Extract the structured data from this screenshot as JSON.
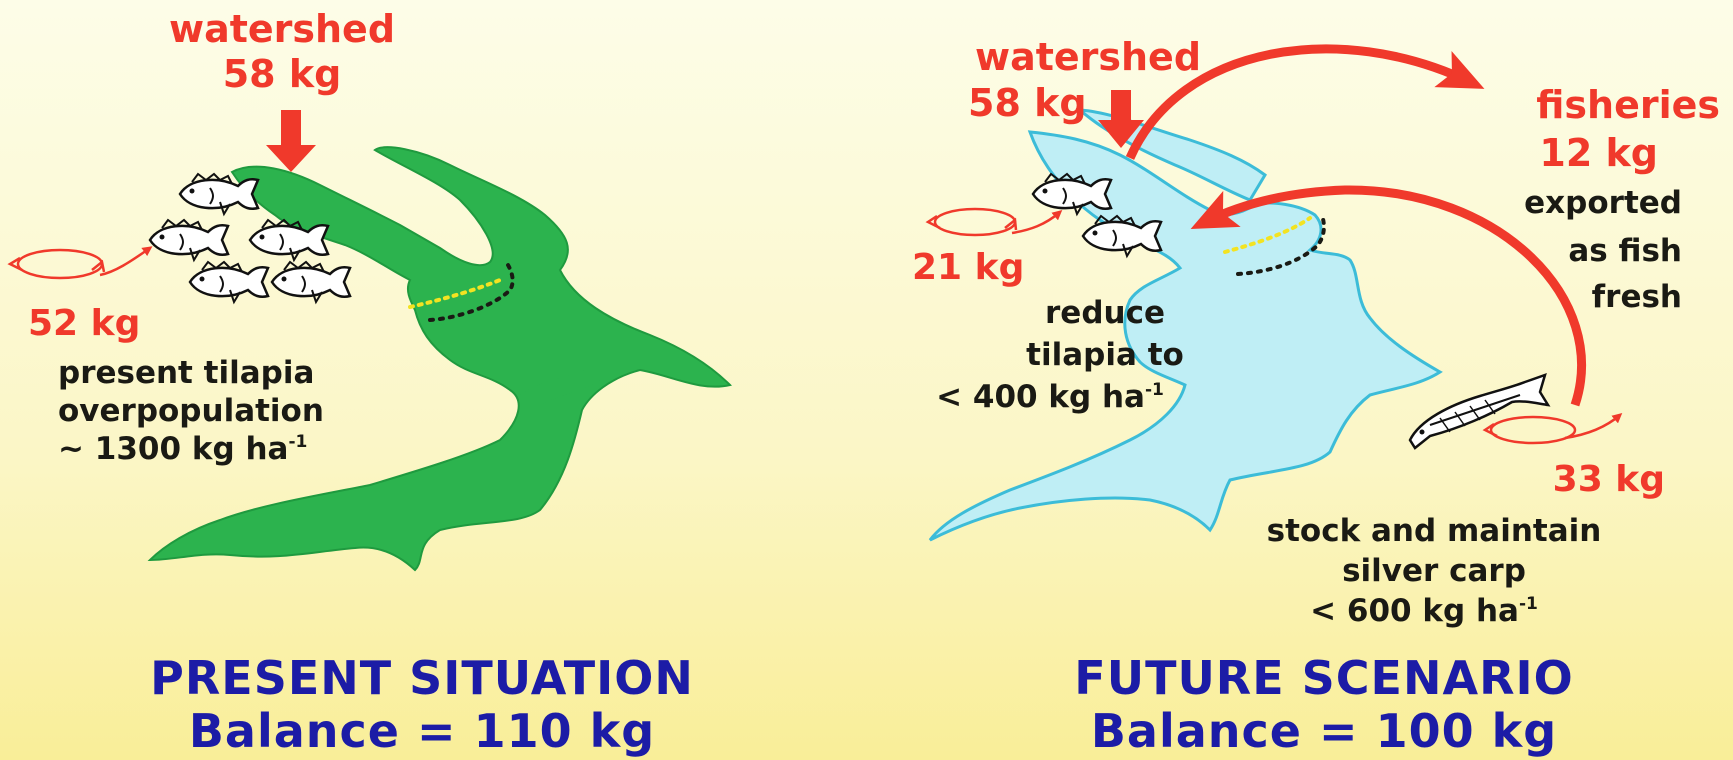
{
  "present": {
    "watershed_label": "watershed",
    "watershed_value": "58 kg",
    "tilapia_flux": "52 kg",
    "note_line1": "present tilapia",
    "note_line2": "overpopulation",
    "note_line3_prefix": "~ 1300 kg ha",
    "note_line3_exp": "-1",
    "title": "PRESENT SITUATION",
    "balance": "Balance = 110 kg"
  },
  "future": {
    "watershed_label": "watershed",
    "watershed_value": "58 kg",
    "fisheries_label": "fisheries",
    "fisheries_value": "12 kg",
    "export_line1": "exported",
    "export_line2": "as fish",
    "export_line3": "fresh",
    "tilapia_flux": "21 kg",
    "reduce_line1": "reduce",
    "reduce_line2": "tilapia to",
    "reduce_line3_prefix": "< 400 kg ha",
    "reduce_line3_exp": "-1",
    "carp_flux": "33 kg",
    "stock_line1": "stock and maintain",
    "stock_line2": "silver carp",
    "stock_line3_prefix": "< 600 kg ha",
    "stock_line3_exp": "-1",
    "title": "FUTURE SCENARIO",
    "balance": "Balance = 100 kg"
  },
  "colors": {
    "arrow_red": "#f0392b",
    "lake_present": "#2cb34e",
    "lake_future": "#bfeef5",
    "lake_outline_future": "#3cbcd8",
    "title_blue": "#1c1ca6"
  }
}
